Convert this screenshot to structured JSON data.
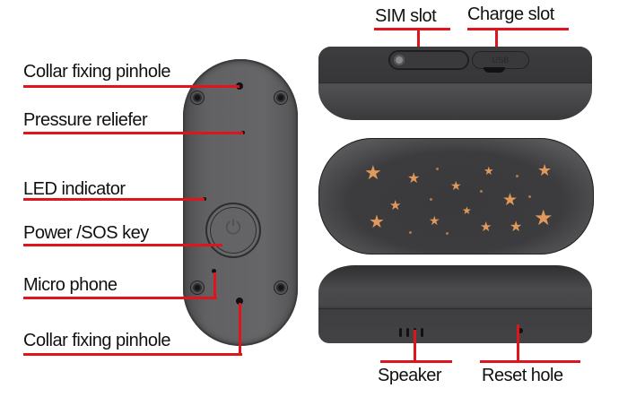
{
  "figure": {
    "type": "product-anatomy-diagram",
    "subject": "GPS pet tracker",
    "accent_line_color": "#e0141c",
    "body_color": "#5f5f61",
    "star_color": "#e0995a"
  },
  "back_view": {
    "labels": [
      {
        "id": "collar-fixing-pinhole-top",
        "text": "Collar fixing pinhole"
      },
      {
        "id": "pressure-reliefer",
        "text": "Pressure reliefer"
      },
      {
        "id": "led-indicator",
        "text": "LED indicator"
      },
      {
        "id": "power-sos-key",
        "text": "Power /SOS key"
      },
      {
        "id": "micro-phone",
        "text": "Micro phone"
      },
      {
        "id": "collar-fixing-pinhole-bottom",
        "text": "Collar fixing pinhole"
      }
    ],
    "power_icon": "⏻"
  },
  "top_side_view": {
    "labels": [
      {
        "id": "sim-slot",
        "text": "SIM slot"
      },
      {
        "id": "charge-slot",
        "text": "Charge slot"
      }
    ],
    "usb_text": "USB"
  },
  "bottom_side_view": {
    "labels": [
      {
        "id": "speaker",
        "text": "Speaker"
      },
      {
        "id": "reset-hole",
        "text": "Reset hole"
      }
    ]
  }
}
